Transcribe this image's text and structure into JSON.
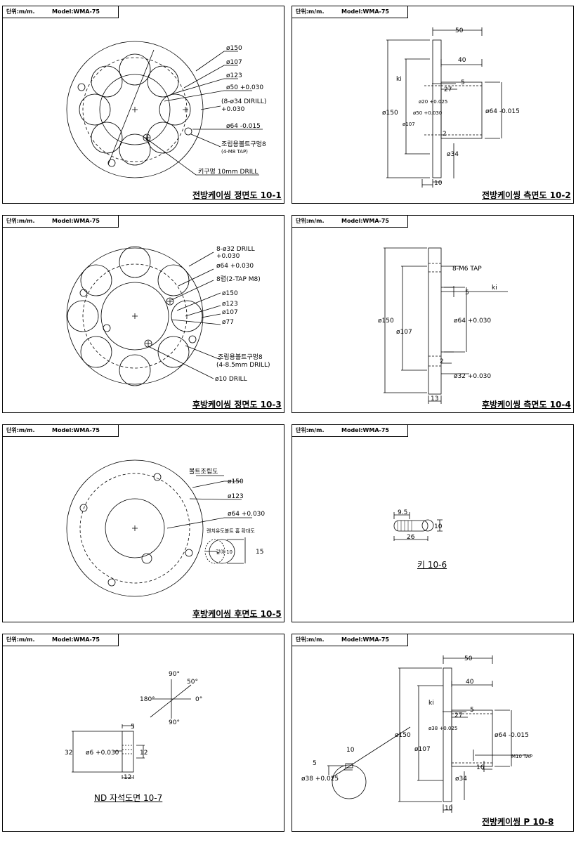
{
  "header": {
    "unit": "단위:m/m.",
    "model": "Model:WMA-75"
  },
  "sheets": [
    {
      "title": "전방케이씽 정면도 10-1",
      "labels": [
        "ø150",
        "ø107",
        "ø123",
        "ø50 +0.030",
        "(8-ø34 DIRILL)",
        "+0.030",
        "ø64 -0.015",
        "조립용볼트구멍8",
        "(4-M8 TAP)",
        "키구멍 10mm DRILL"
      ]
    },
    {
      "title": "전방케이씽 측면도 10-2",
      "labels": [
        "50",
        "40",
        "ki",
        "5",
        "27",
        "ø20 +0.025",
        "ø150",
        "ø50 +0.030",
        "ø107",
        "ø64 -0.015",
        "2",
        "ø34",
        "10"
      ]
    },
    {
      "title": "후방케이씽 정면도 10-3",
      "labels": [
        "8-ø32 DRILL",
        "+0.030",
        "ø64 +0.030",
        "8렵(2-TAP M8)",
        "ø150",
        "ø123",
        "ø107",
        "ø77",
        "조립용볼트구멍8",
        "(4-8.5mm DRILL)",
        "ø10 DRILL"
      ]
    },
    {
      "title": "후방케이씽 측면도 10-4",
      "labels": [
        "8-M6 TAP",
        "ki",
        "5",
        "ø150",
        "ø107",
        "ø64 +0.030",
        "2",
        "ø32 +0.030",
        "13"
      ]
    },
    {
      "title": "후방케이씽 후면도 10-5",
      "labels": [
        "볼트조립도",
        "ø150",
        "ø123",
        "ø64 +0.030",
        "렌치유도볼트 홈 확대도",
        "깊이 10",
        "15"
      ]
    },
    {
      "title": "키 10-6",
      "labels": [
        "9.5",
        "10",
        "26"
      ]
    },
    {
      "title": "ND 자석도면 10-7",
      "labels": [
        "90°",
        "50°",
        "180°",
        "0°",
        "90°",
        "5",
        "32",
        "ø6 +0.030",
        "12",
        "12"
      ]
    },
    {
      "title": "전방케이씽 P 10-8",
      "labels": [
        "50",
        "40",
        "ki",
        "5",
        "27",
        "ø38 +0.025",
        "ø150",
        "ø64 -0.015",
        "ø107",
        "M10 TAP",
        "16",
        "ø34",
        "10",
        "10",
        "5",
        "ø38 +0.025"
      ]
    }
  ]
}
